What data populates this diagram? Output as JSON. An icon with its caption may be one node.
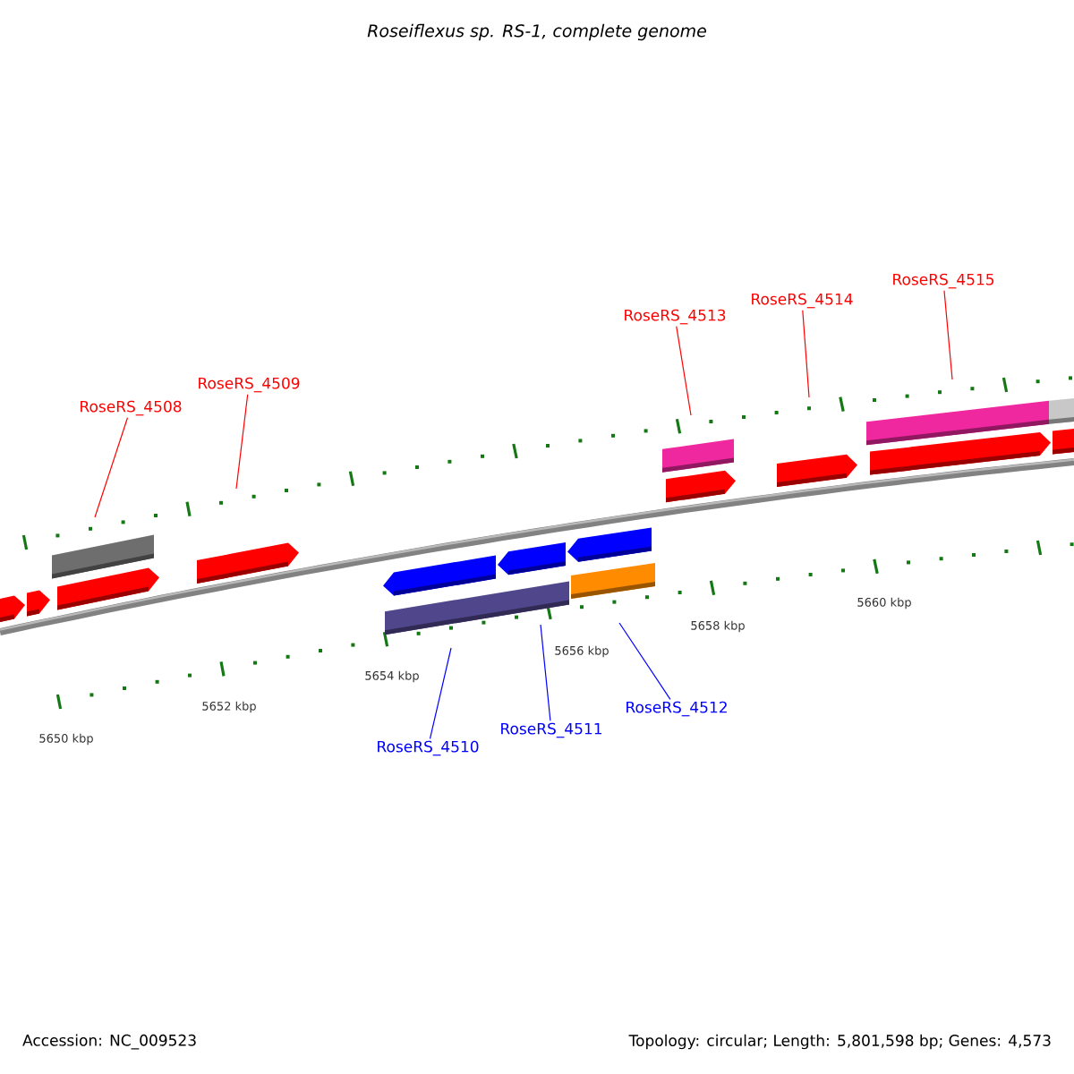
{
  "diagram": {
    "title": "Roseiflexus sp. RS-1, complete genome",
    "nodes": [
      {
        "text": [
          "RoseRS_4508"
        ]
      },
      {
        "text": [
          "RoseRS_4509"
        ]
      },
      {
        "text": [
          "RoseRS_4510"
        ]
      },
      {
        "text": [
          "RoseRS_4511"
        ]
      },
      {
        "text": [
          "RoseRS_4512"
        ]
      },
      {
        "text": [
          "RoseRS_4513"
        ]
      },
      {
        "text": [
          "RoseRS_4514"
        ]
      },
      {
        "text": [
          "RoseRS_4515"
        ]
      }
    ],
    "edges": [
      {
        "from": 0,
        "to": null,
        "arrow": "none"
      },
      {
        "from": 1,
        "to": null,
        "arrow": "none"
      },
      {
        "from": 2,
        "to": null,
        "arrow": "none",
        "color": "#0000ff"
      },
      {
        "from": 3,
        "to": null,
        "arrow": "none",
        "color": "#0000ff"
      },
      {
        "from": 4,
        "to": null,
        "arrow": "none",
        "color": "#0000ff"
      },
      {
        "from": 5,
        "to": null,
        "arrow": "none"
      },
      {
        "from": 6,
        "to": null,
        "arrow": "none"
      },
      {
        "from": 7,
        "to": null,
        "arrow": "none"
      }
    ],
    "labels": [
      "5650 kbp",
      "5652 kbp",
      "5654 kbp",
      "5656 kbp",
      "5658 kbp",
      "5660 kbp",
      "Accession: NC_009523",
      "Topology: circular; Length: 5,801,598 bp; Genes: 4,573"
    ]
  }
}
